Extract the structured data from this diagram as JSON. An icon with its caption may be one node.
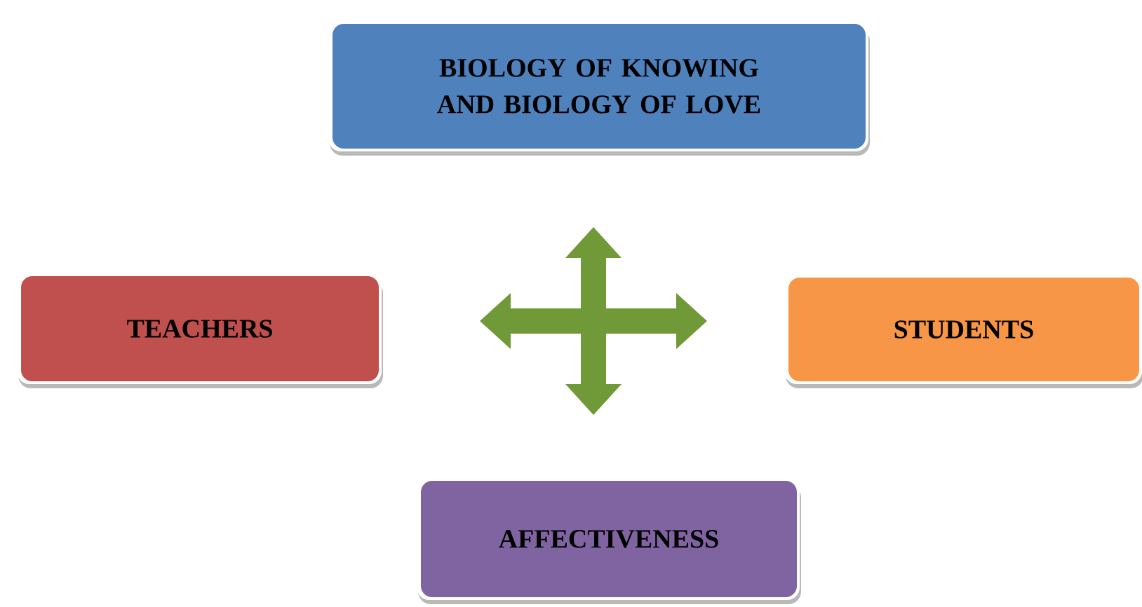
{
  "diagram": {
    "nodes": [
      {
        "text": [
          "BIOLOGY OF KNOWING AND BIOLOGY OF LOVE"
        ]
      },
      {
        "text": [
          "TEACHERS"
        ]
      },
      {
        "text": [],
        "shape": "arrow"
      },
      {
        "text": [
          "STUDENTS"
        ]
      },
      {
        "text": [
          "AFFECTIVENESS"
        ]
      }
    ]
  }
}
